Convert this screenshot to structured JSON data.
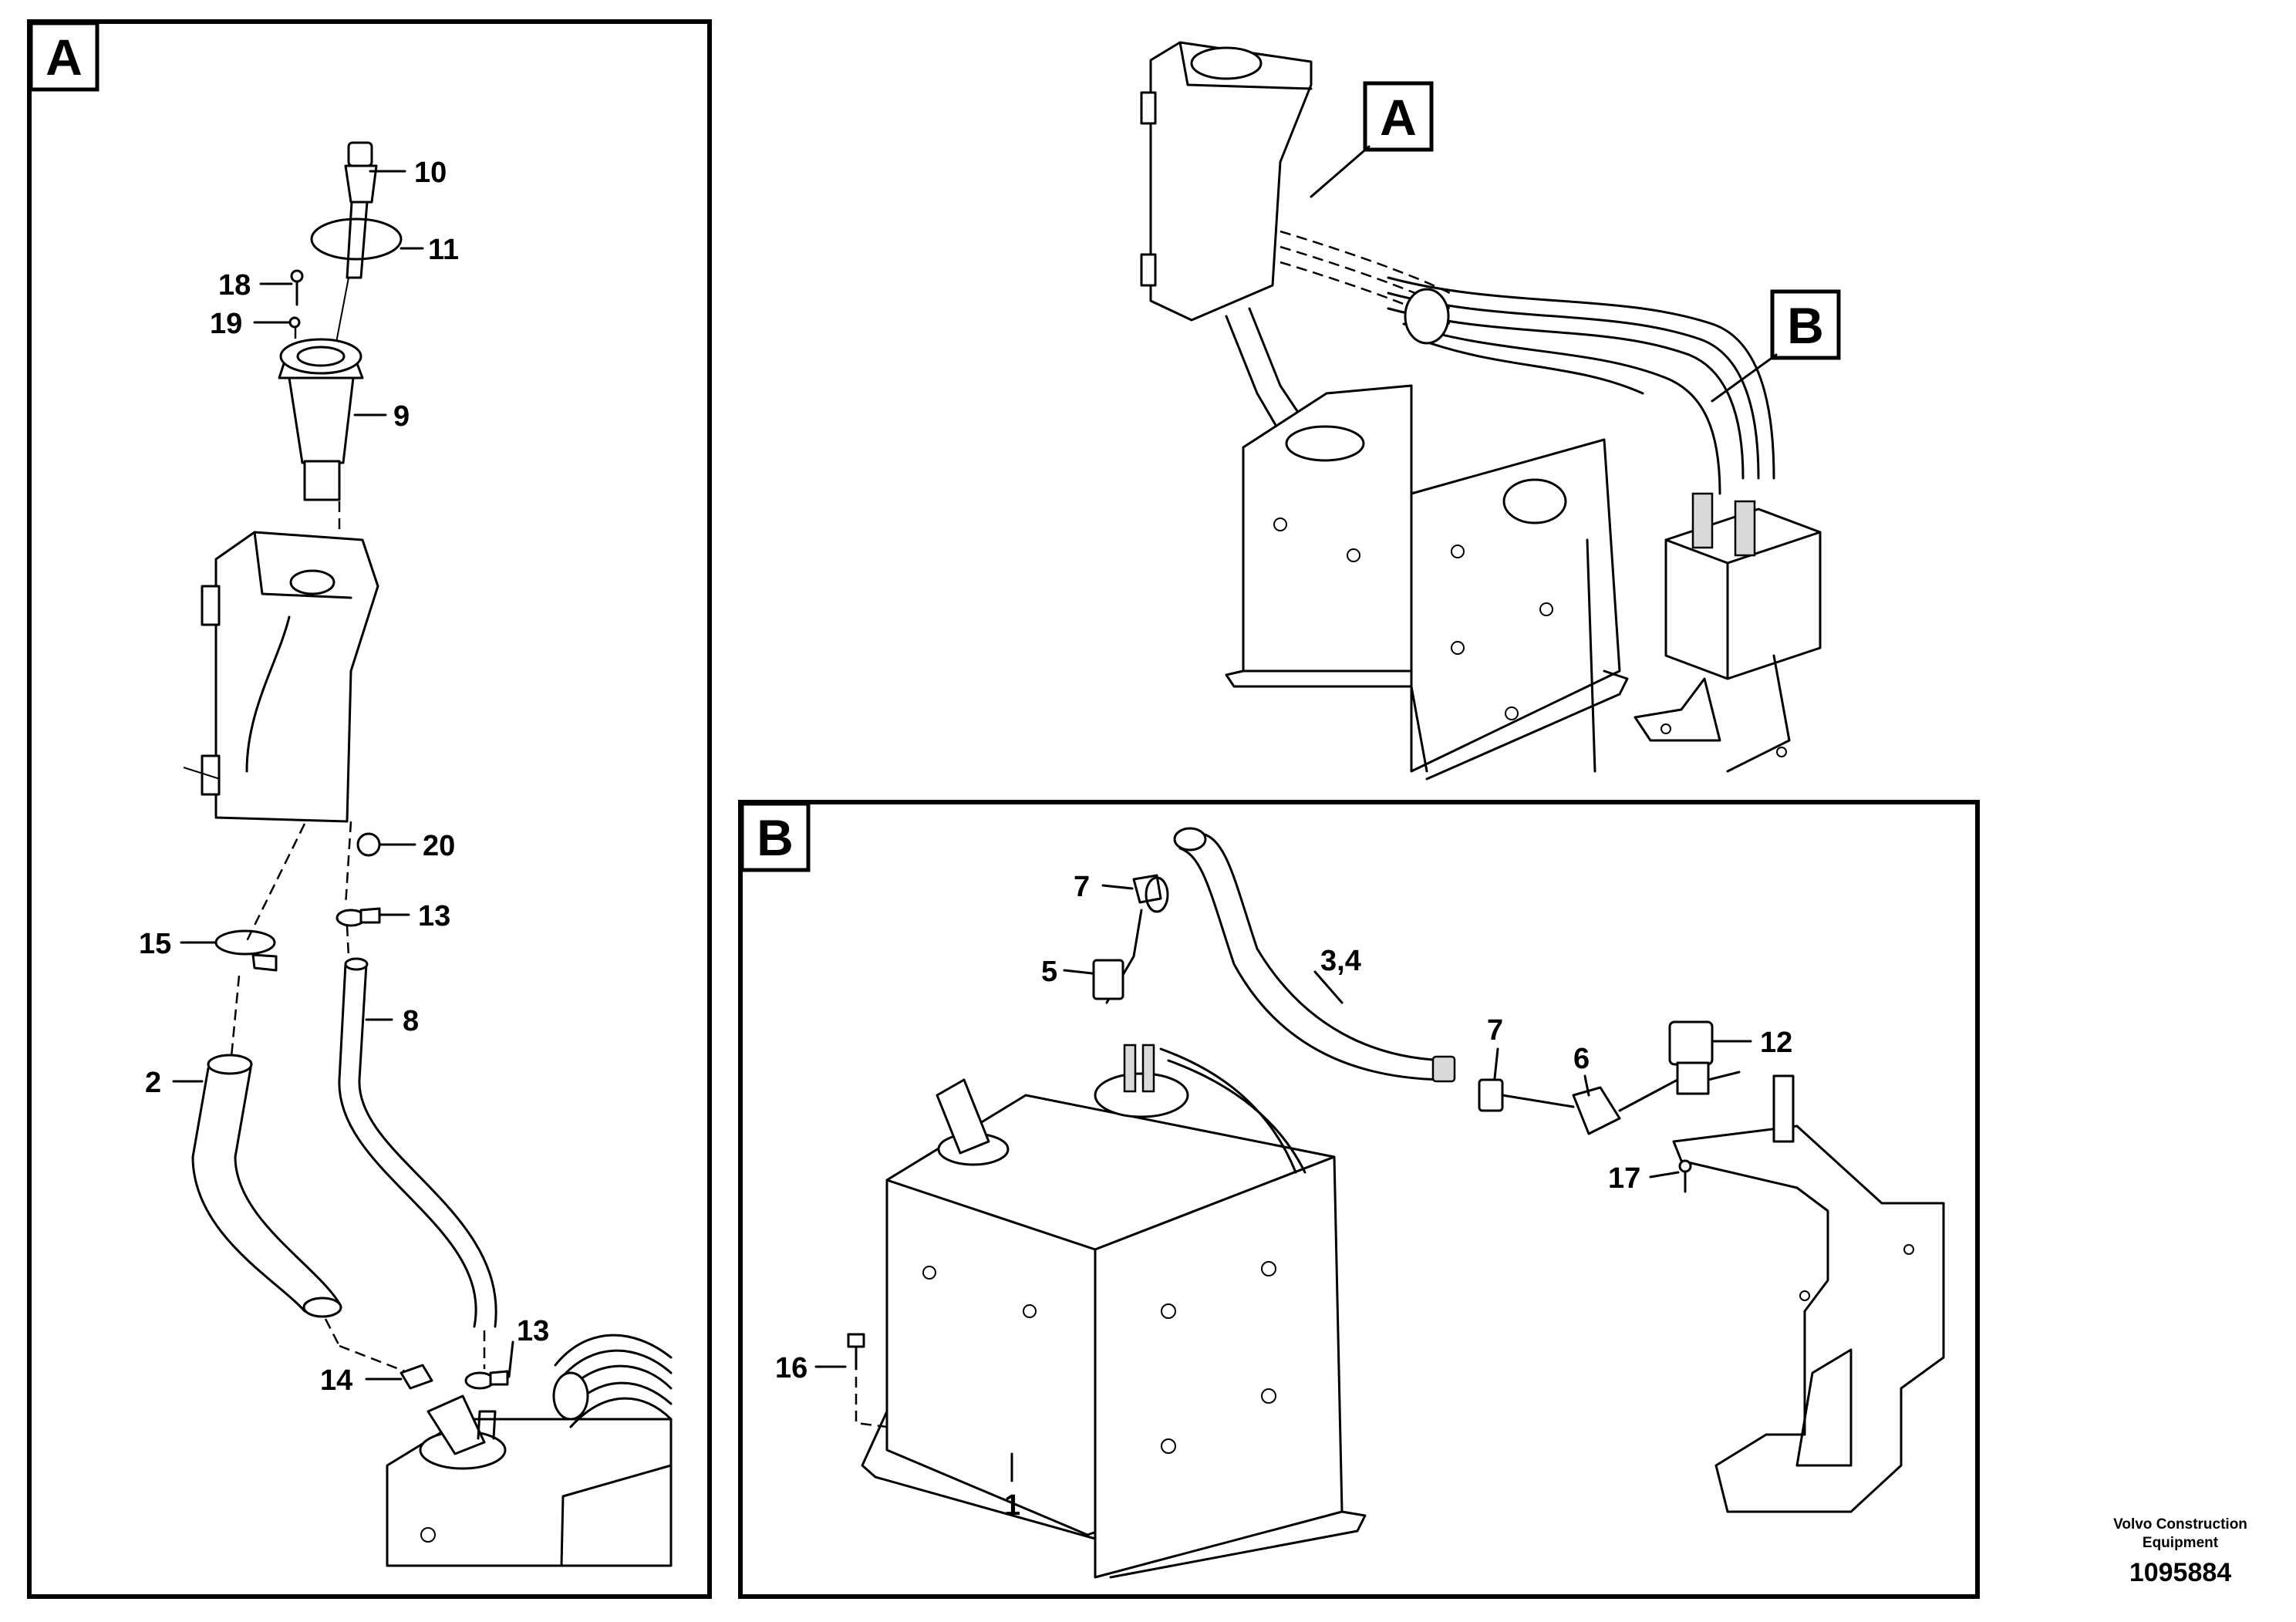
{
  "panels": {
    "A": "A",
    "B": "B"
  },
  "pointers": {
    "A": "A",
    "B": "B"
  },
  "callouts": {
    "c1": "1",
    "c2": "2",
    "c34": "3,4",
    "c5": "5",
    "c6": "6",
    "c7a": "7",
    "c7b": "7",
    "c8": "8",
    "c9": "9",
    "c10": "10",
    "c11": "11",
    "c12": "12",
    "c13a": "13",
    "c13b": "13",
    "c14": "14",
    "c15": "15",
    "c16": "16",
    "c17": "17",
    "c18": "18",
    "c19": "19",
    "c20": "20"
  },
  "footer": {
    "company_line1": "Volvo Construction",
    "company_line2": "Equipment",
    "drawing_number": "1095884"
  }
}
